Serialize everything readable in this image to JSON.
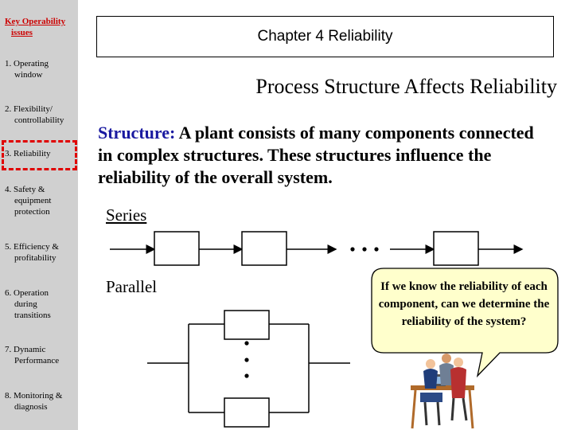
{
  "sidebar": {
    "title_line1": "Key Operability",
    "title_line2": "issues",
    "items": [
      {
        "num": "1. Operating",
        "cont": "window"
      },
      {
        "num": "2. Flexibility/",
        "cont": "controllability"
      },
      {
        "num": "3. Reliability",
        "cont": ""
      },
      {
        "num": "4. Safety &",
        "cont": "equipment protection"
      },
      {
        "num": "5. Efficiency &",
        "cont": "profitability"
      },
      {
        "num": "6. Operation",
        "cont": "during transitions"
      },
      {
        "num": "7. Dynamic",
        "cont": "Performance"
      },
      {
        "num": "8. Monitoring &",
        "cont": "diagnosis"
      }
    ]
  },
  "header": {
    "chapter_title": "Chapter 4 Reliability",
    "subtitle": "Process Structure Affects Reliability"
  },
  "body": {
    "structure_keyword": "Structure:",
    "structure_text": " A plant consists of many components connected in complex structures.  These structures influence the reliability of the overall system.",
    "series_label": "Series",
    "parallel_label": "Parallel",
    "bubble_text": "If we know the reliability of each component, can we determine the reliability of the system?"
  },
  "colors": {
    "sidebar_bg": "#d0d0d0",
    "title_red": "#cc0000",
    "keyword_blue": "#1a1aa0",
    "bubble_fill": "#ffffcc"
  }
}
